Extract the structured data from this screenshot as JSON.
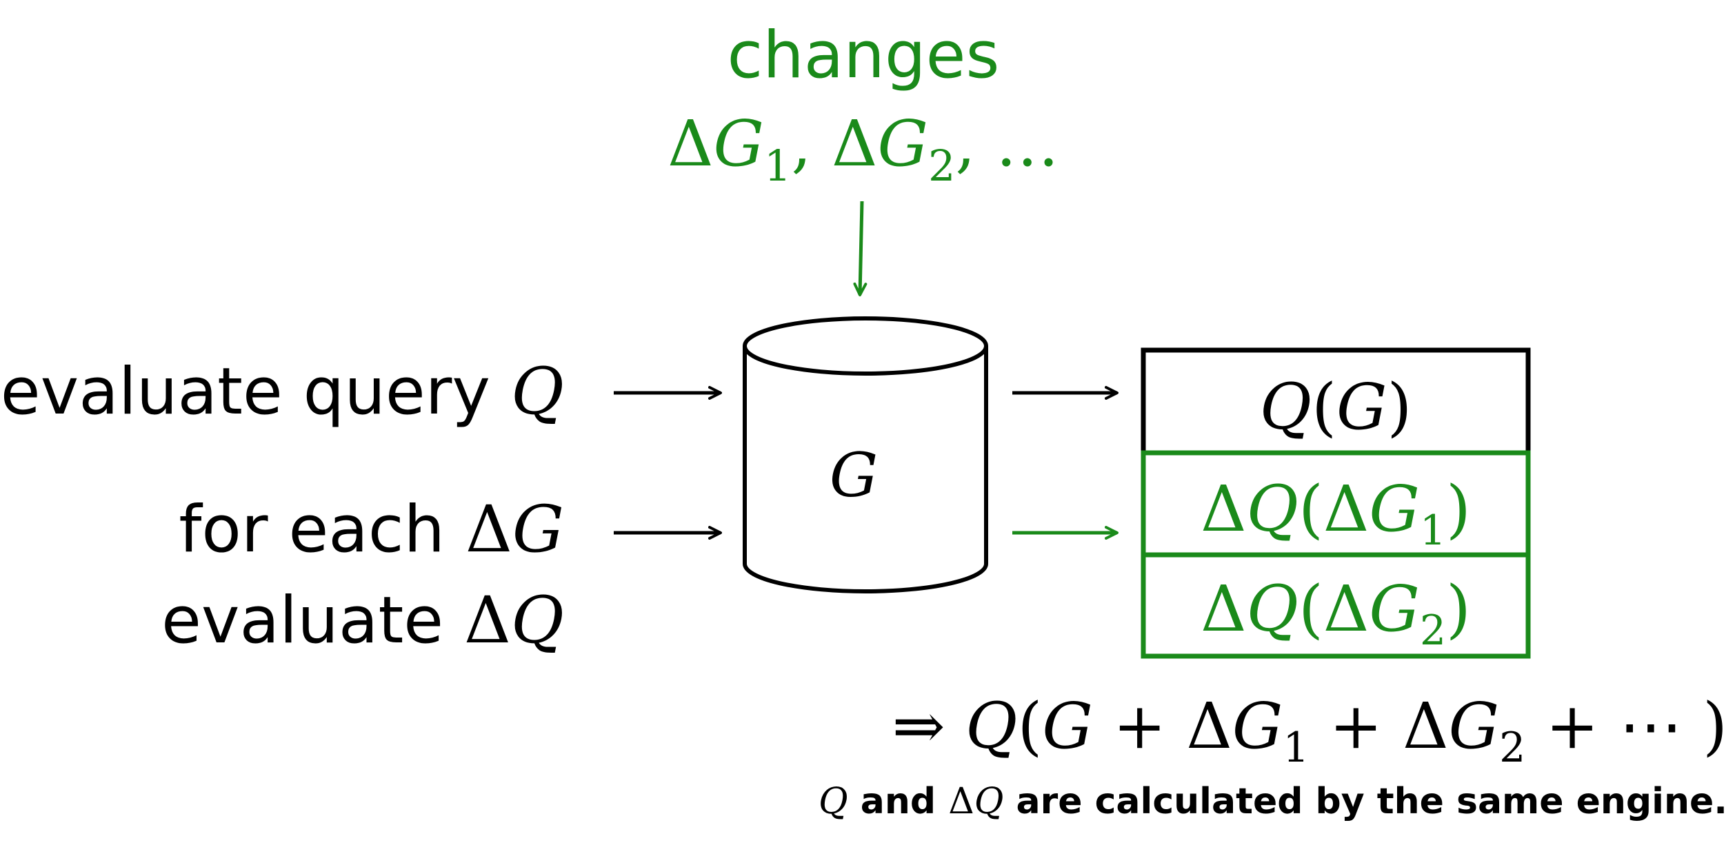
{
  "colors": {
    "black": "#000000",
    "green": "#1a8a1a",
    "white": "#ffffff"
  },
  "changes": {
    "title": "changes",
    "list": {
      "delta1": "Δ",
      "g1": "G",
      "sub1": "1",
      "sep1": ", ",
      "delta2": "Δ",
      "g2": "G",
      "sub2": "2",
      "sep2": ", …"
    }
  },
  "left": {
    "query_line": {
      "text": "evaluate query ",
      "q": "Q"
    },
    "foreach_line": {
      "text": "for each ",
      "delta": "Δ",
      "g": "G"
    },
    "evaluate_line": {
      "text": "evaluate ",
      "delta": "Δ",
      "q": "Q"
    }
  },
  "database": {
    "label": "G"
  },
  "results": {
    "row0": {
      "q": "Q",
      "open": "(",
      "g": "G",
      "close": ")"
    },
    "row1": {
      "delta": "Δ",
      "q": "Q",
      "open": "(",
      "delta2": "Δ",
      "g": "G",
      "sub": "1",
      "close": ")"
    },
    "row2": {
      "delta": "Δ",
      "q": "Q",
      "open": "(",
      "delta2": "Δ",
      "g": "G",
      "sub": "2",
      "close": ")"
    }
  },
  "conclusion": {
    "implies": "⇒ ",
    "q": "Q",
    "open": "(",
    "g": "G",
    "plus1": " + ",
    "d1": "Δ",
    "g1": "G",
    "s1": "1",
    "plus2": " + ",
    "d2": "Δ",
    "g2": "G",
    "s2": "2",
    "tail": " + ⋯ )"
  },
  "footnote": {
    "q": "Q",
    "and": " and ",
    "delta": "Δ",
    "dq": "Q",
    "rest": " are calculated by the same engine."
  }
}
